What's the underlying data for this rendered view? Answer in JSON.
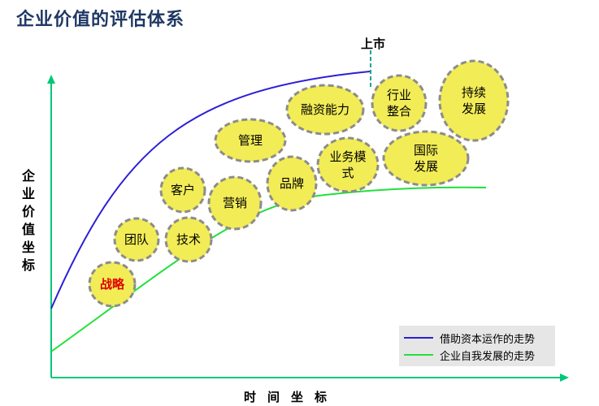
{
  "title": "企业价值的评估体系",
  "y_axis_label": "企业价值坐标",
  "x_axis_label": "时间坐标",
  "ipo_label": "上市",
  "bubbles": [
    {
      "label": "战略",
      "highlight": true
    },
    {
      "label": "团队"
    },
    {
      "label": "技术"
    },
    {
      "label": "客户"
    },
    {
      "label": "营销"
    },
    {
      "label": "管理"
    },
    {
      "label": "品牌"
    },
    {
      "label": "融资能力"
    },
    {
      "label": "业务模式"
    },
    {
      "label": "行业整合"
    },
    {
      "label": "国际发展"
    },
    {
      "label": "持续发展"
    }
  ],
  "legend": [
    {
      "label": "借助资本运作的走势",
      "color": "#2b1fd6"
    },
    {
      "label": "企业自我发展的走势",
      "color": "#22e03a"
    }
  ],
  "colors": {
    "axis": "#00c878",
    "bubble_fill": "#f2ec57",
    "bubble_border": "#8c8c8c",
    "highlight_text": "#e00000",
    "ipo_marker": "#1aa39a"
  }
}
